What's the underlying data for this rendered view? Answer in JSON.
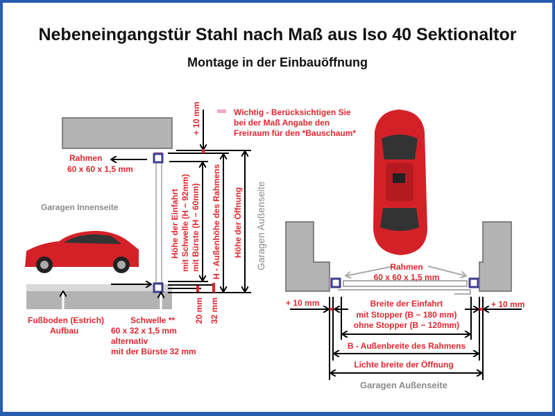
{
  "title": "Nebeneingangstür Stahl nach Maß aus Iso 40 Sektionaltor",
  "subtitle": "Montage  in der Einbauöffnung",
  "note": [
    "Wichtig - Berücksichtigen Sie",
    "bei der Maß Angabe den",
    "Freiraum für den *Bauschaum*"
  ],
  "side_view": {
    "plus10": "+ 10 mm",
    "rahmen": [
      "Rahmen",
      "60 x 60 x 1,5  mm"
    ],
    "inside": "Garagen Innenseite",
    "outside": "Garagen Außenseite",
    "hoehe_einfahrt": [
      "Höhe der Einfahrt",
      "mit Schwelle (H − 92mm)",
      "mit Bürste (H − 60mm)"
    ],
    "h_aussen": "H - Außenhöhe des Rahmens",
    "hoehe_oeffnung": "Höhe der Öffnung",
    "dim20": "20 mm",
    "dim32": "32 mm",
    "fussboden": [
      "Fußboden (Estrich)",
      "Aufbau"
    ],
    "schwelle": [
      "Schwelle **",
      "60 x 32 x 1,5 mm",
      "alternativ",
      "mit der Bürste 32 mm"
    ]
  },
  "top_view": {
    "rahmen": [
      "Rahmen",
      "60 x 60 x 1,5  mm"
    ],
    "plus10_left": "+ 10 mm",
    "plus10_right": "+ 10 mm",
    "breite_einfahrt": [
      "Breite der Einfahrt",
      "mit Stopper (B − 180 mm)",
      "ohne Stopper (B − 120mm)"
    ],
    "b_aussen": "B - Außenbreite des Rahmens",
    "lichte": "Lichte breite der Öffnung",
    "outside": "Garagen Außenseite"
  }
}
